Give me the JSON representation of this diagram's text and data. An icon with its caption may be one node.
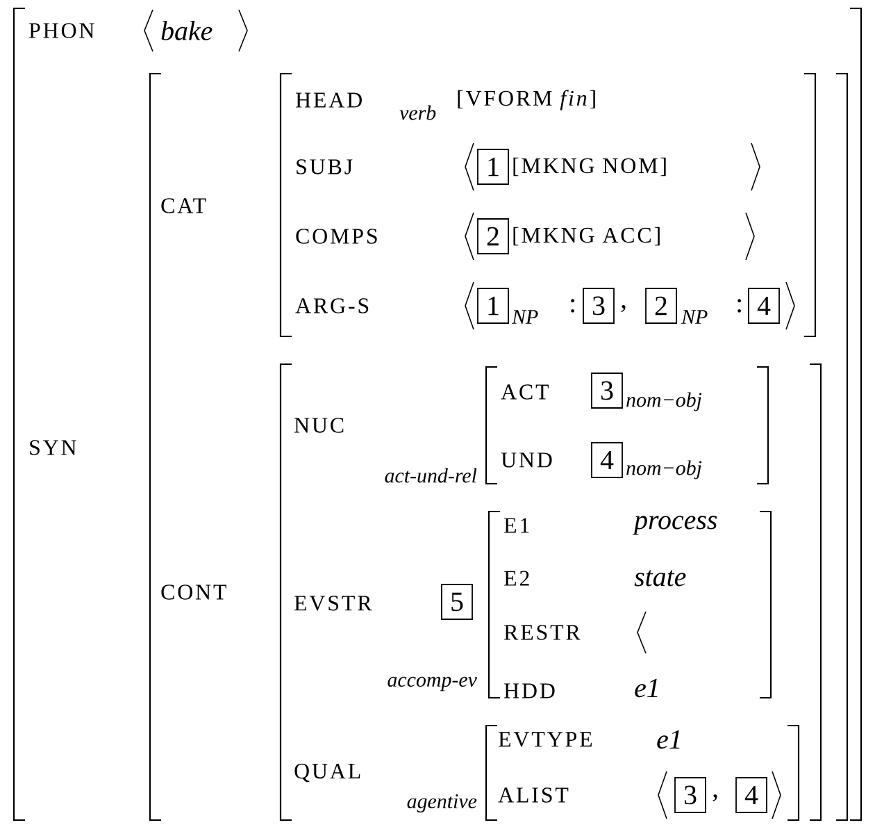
{
  "diagram": {
    "nodes": [
      {
        "text": [
          "1"
        ]
      },
      {
        "text": [
          "2"
        ]
      },
      {
        "text": [
          "1"
        ]
      },
      {
        "text": [
          "3"
        ]
      },
      {
        "text": [
          "2"
        ]
      },
      {
        "text": [
          "4"
        ]
      },
      {
        "text": [
          "3"
        ]
      },
      {
        "text": [
          "4"
        ]
      },
      {
        "text": [
          "5"
        ]
      },
      {
        "text": [
          "3"
        ]
      },
      {
        "text": [
          "4"
        ]
      }
    ],
    "labels": [
      "PHON",
      "bake",
      "SYN",
      "CAT",
      "HEAD",
      "verb",
      "[VFORM *fin*]",
      "SUBJ",
      "[MKNG NOM]",
      "COMPS",
      "[MKNG ACC]",
      "ARG-S",
      "NP",
      ":",
      ",",
      "NP",
      ":",
      "CONT",
      "NUC",
      "act-und-rel",
      "ACT",
      "nom−obj",
      "UND",
      "nom−obj",
      "EVSTR",
      "accomp-ev",
      "E1",
      "process",
      "E2",
      "state",
      "RESTR",
      "HDD",
      "e1",
      "QUAL",
      "agentive",
      "EVTYPE",
      "e1",
      "ALIST",
      ","
    ]
  }
}
